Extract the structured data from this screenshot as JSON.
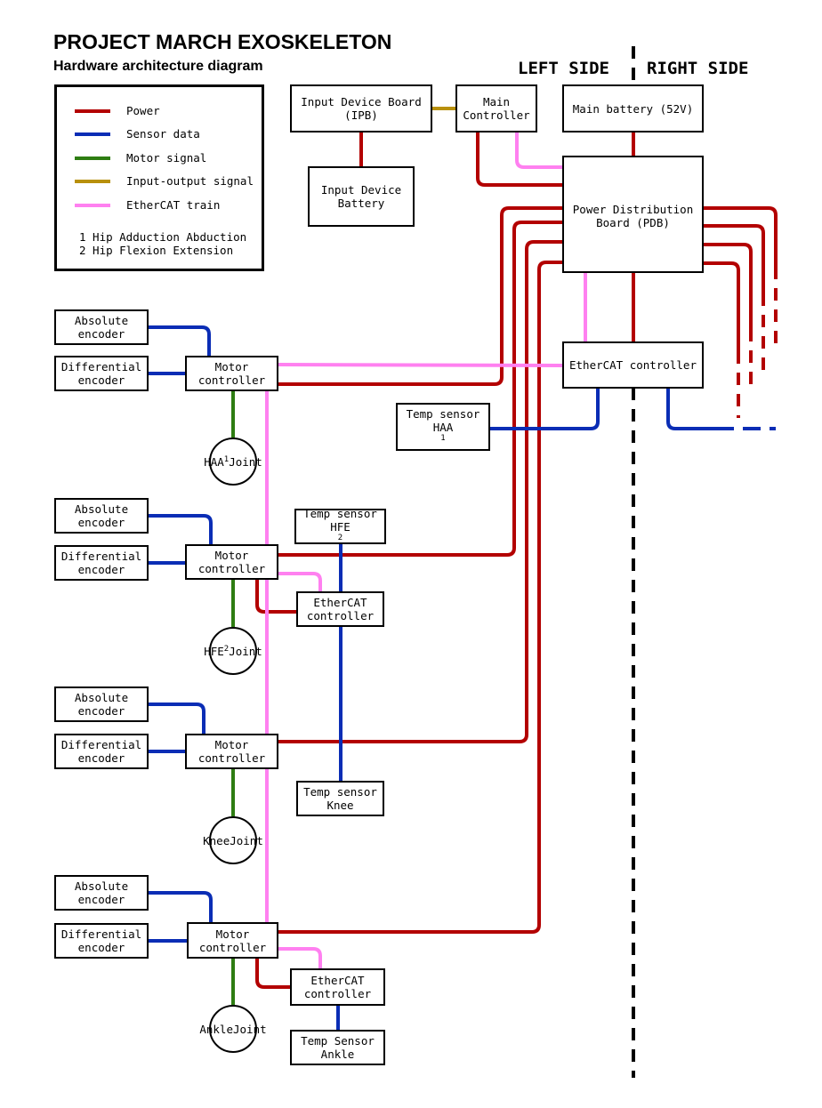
{
  "title": "PROJECT MARCH EXOSKELETON",
  "subtitle": "Hardware architecture diagram",
  "sides": {
    "left": "LEFT SIDE",
    "right": "RIGHT SIDE"
  },
  "colors": {
    "power": "#b30000",
    "sensor_data": "#0a2db5",
    "motor_signal": "#2e7d12",
    "io_signal": "#b8900c",
    "ethercat": "#ff80f0"
  },
  "legend": {
    "items": [
      {
        "label": "Power",
        "color": "#b30000"
      },
      {
        "label": "Sensor data",
        "color": "#0a2db5"
      },
      {
        "label": "Motor signal",
        "color": "#2e7d12"
      },
      {
        "label": "Input-output signal",
        "color": "#b8900c"
      },
      {
        "label": "EtherCAT train",
        "color": "#ff80f0"
      }
    ],
    "notes": [
      "1 Hip Adduction Abduction",
      "2 Hip Flexion Extension"
    ]
  },
  "top": {
    "ipb": {
      "line1": "Input Device Board",
      "line2": "(IPB)"
    },
    "main_controller": {
      "line1": "Main",
      "line2": "Controller"
    },
    "main_battery": "Main battery (52V)",
    "ipb_battery": {
      "line1": "Input Device",
      "line2": "Battery"
    },
    "pdb": {
      "line1": "Power Distribution",
      "line2": "Board (PDB)"
    },
    "ethercat_controller": "EtherCAT controller",
    "temp_haa": {
      "line1": "Temp sensor",
      "line2": "HAA",
      "sup": "1"
    }
  },
  "common": {
    "absolute_encoder": {
      "line1": "Absolute",
      "line2": "encoder"
    },
    "differential_encoder": {
      "line1": "Differential",
      "line2": "encoder"
    },
    "motor_controller": {
      "line1": "Motor",
      "line2": "controller"
    },
    "ethercat_controller": {
      "line1": "EtherCAT",
      "line2": "controller"
    }
  },
  "joints": {
    "haa": {
      "line1": "HAA",
      "sup": "1",
      "line2": "Joint"
    },
    "hfe": {
      "line1": "HFE",
      "sup": "2",
      "line2": "Joint"
    },
    "knee": {
      "line1": "Knee",
      "line2": "Joint"
    },
    "ankle": {
      "line1": "Ankle",
      "line2": "Joint"
    }
  },
  "temp_sensors": {
    "hfe": {
      "line1": "Temp sensor",
      "line2": "HFE",
      "sup": "2"
    },
    "knee": {
      "line1": "Temp sensor",
      "line2": "Knee"
    },
    "ankle": {
      "line1": "Temp Sensor",
      "line2": "Ankle"
    }
  }
}
